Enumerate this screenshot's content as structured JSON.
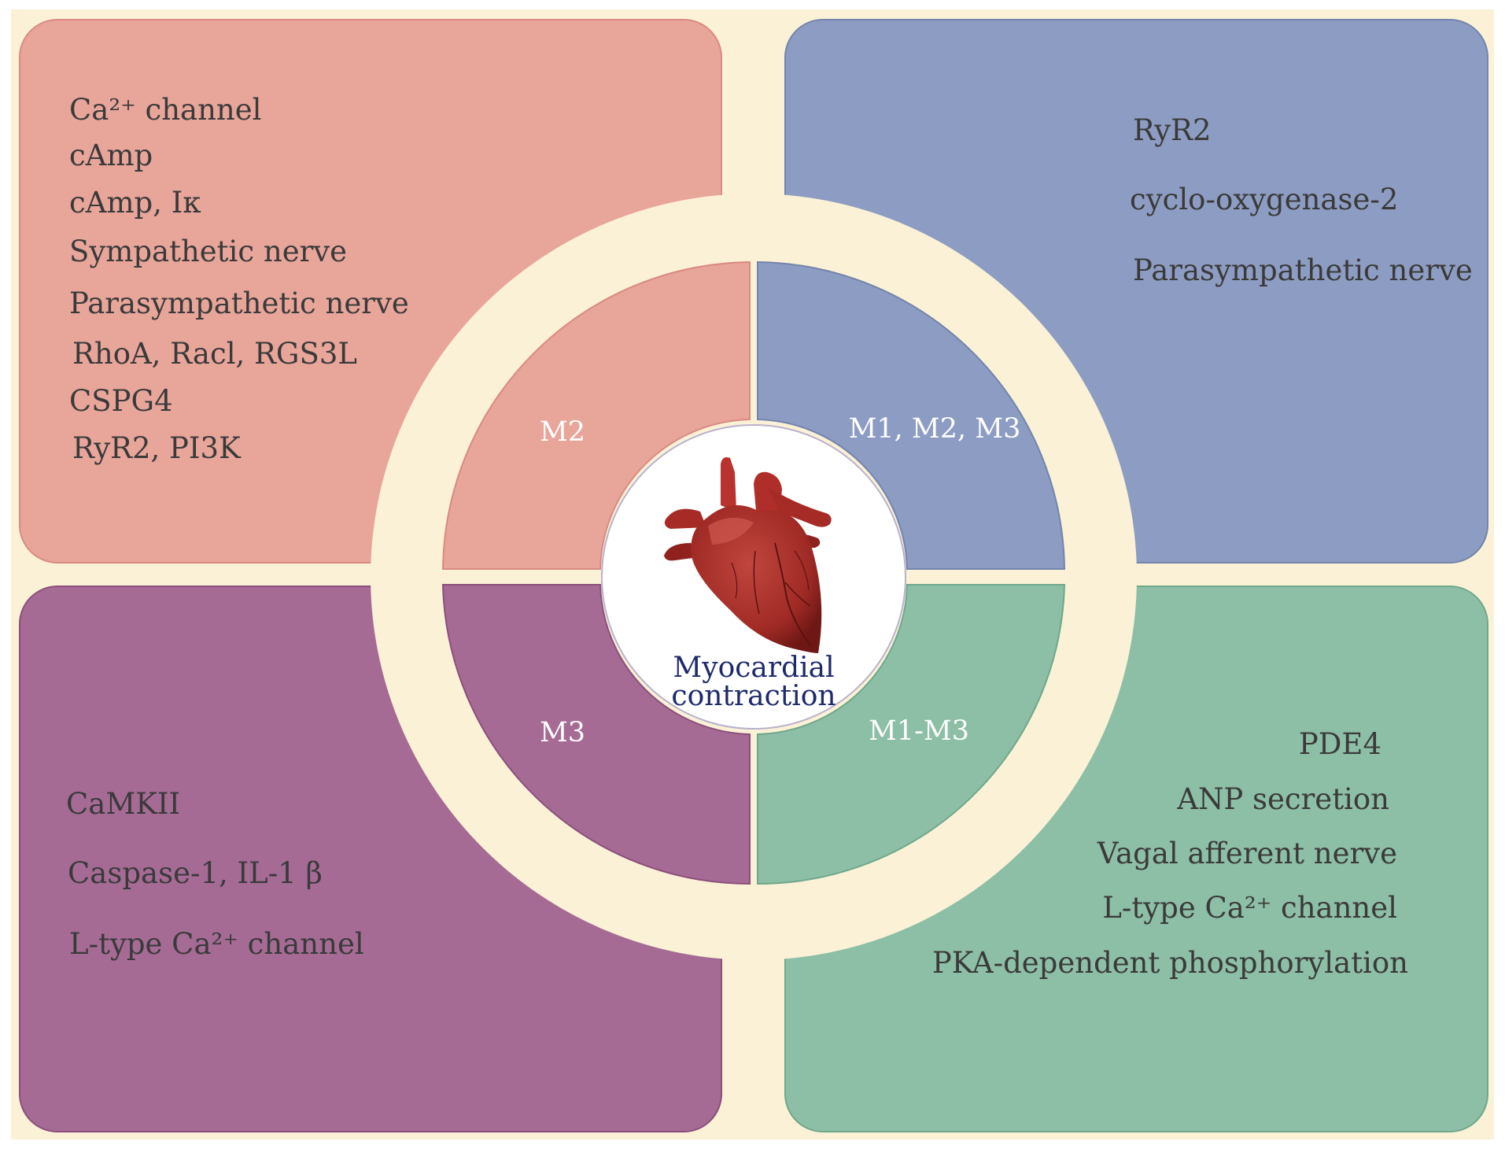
{
  "colors": {
    "background": "#fbf1d6",
    "red_box": "#e8a59a",
    "blue_box": "#8d9cc2",
    "purple_box": "#a56b95",
    "green_box": "#8dbea6",
    "ring": "#fbf1d6",
    "center": "#ffffff",
    "center_text": "#1e2a6b"
  },
  "boxes": {
    "top_left": {
      "items": [
        "Ca²⁺ channel",
        "cAmp",
        "cAmp, Iᴋ",
        "Sympathetic nerve",
        "Parasympathetic nerve",
        "RhoA, Racl, RGS3L",
        "CSPG4",
        "RyR2, PI3K"
      ]
    },
    "top_right": {
      "items": [
        "RyR2",
        "cyclo-oxygenase-2",
        "Parasympathetic nerve"
      ]
    },
    "bottom_left": {
      "items": [
        "CaMKII",
        "Caspase-1, IL-1 β",
        "L-type Ca²⁺  channel"
      ]
    },
    "bottom_right": {
      "items": [
        "PDE4",
        "ANP secretion",
        "Vagal afferent nerve",
        "L-type Ca²⁺  channel",
        "PKA-dependent phosphorylation"
      ]
    }
  },
  "quadrants": {
    "top_left": "M2",
    "top_right": "M1, M2, M3",
    "bottom_left": "M3",
    "bottom_right": "M1-M3"
  },
  "center": {
    "line1": "Myocardial",
    "line2": "contraction",
    "icon": "heart-icon"
  }
}
